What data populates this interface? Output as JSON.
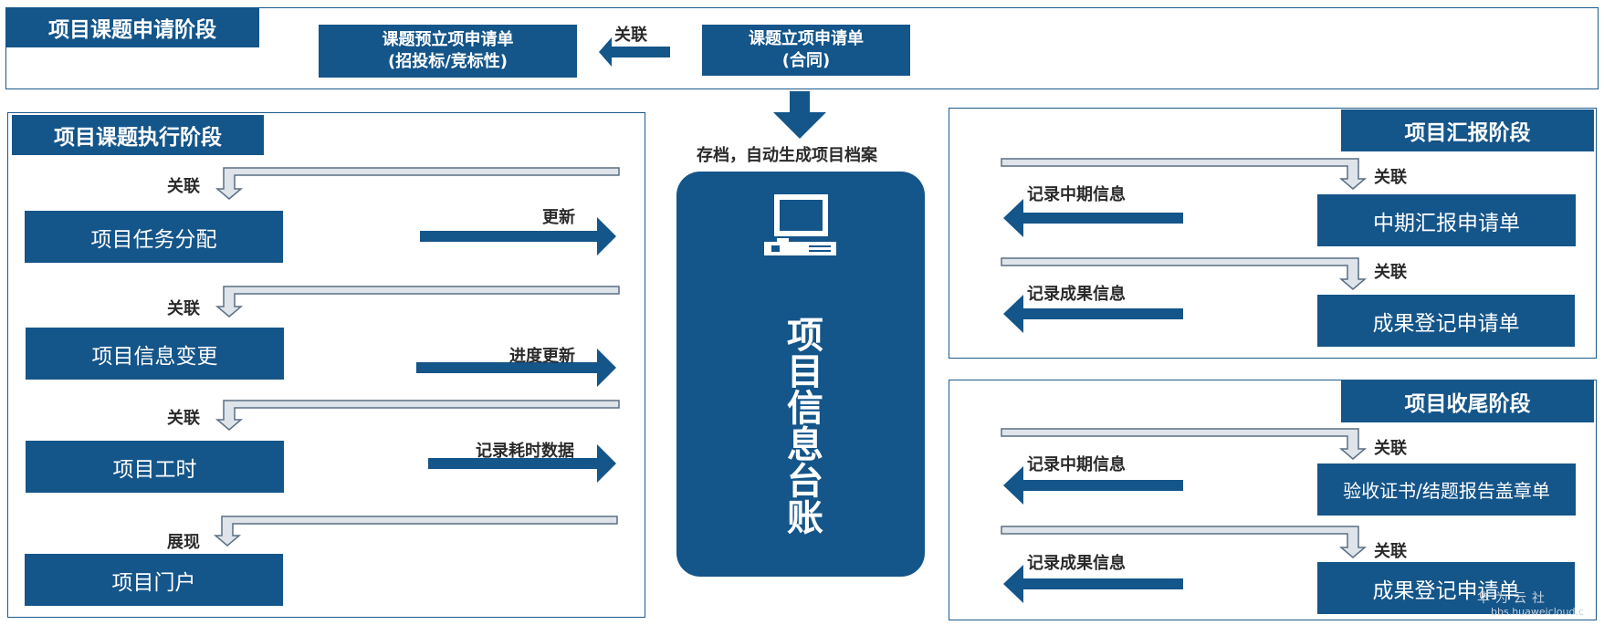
{
  "stage_application": {
    "title": "项目课题申请阶段",
    "box_pre": {
      "line1": "课题预立项申请单",
      "line2": "(招投标/竞标性)"
    },
    "box_main": {
      "line1": "课题立项申请单",
      "line2": "(合同)"
    },
    "link_label": "关联"
  },
  "archive_label": "存档，自动生成项目档案",
  "center": {
    "title": "项目信息台账",
    "icon": "monitor-icon"
  },
  "stage_execution": {
    "title": "项目课题执行阶段",
    "rows": [
      {
        "connector": "关联",
        "box": "项目任务分配",
        "action": "更新"
      },
      {
        "connector": "关联",
        "box": "项目信息变更",
        "action": "进度更新"
      },
      {
        "connector": "关联",
        "box": "项目工时",
        "action": "记录耗时数据"
      },
      {
        "connector": "展现",
        "box": "项目门户"
      }
    ]
  },
  "stage_report": {
    "title": "项目汇报阶段",
    "rows": [
      {
        "connector": "关联",
        "box": "中期汇报申请单",
        "action": "记录中期信息"
      },
      {
        "connector": "关联",
        "box": "成果登记申请单",
        "action": "记录成果信息"
      }
    ]
  },
  "stage_closing": {
    "title": "项目收尾阶段",
    "rows": [
      {
        "connector": "关联",
        "box": "验收证书/结题报告盖章单",
        "action": "记录中期信息"
      },
      {
        "connector": "关联",
        "box": "成果登记申请单",
        "action": "记录成果信息"
      }
    ]
  },
  "watermark": {
    "line1": "华为云社",
    "line2": "bbs.huaweicloud.c"
  },
  "colors": {
    "primary": "#14558a",
    "frame": "#1d5a8a",
    "connector_fill": "#dfe4ea",
    "connector_stroke": "#5a6f84"
  }
}
